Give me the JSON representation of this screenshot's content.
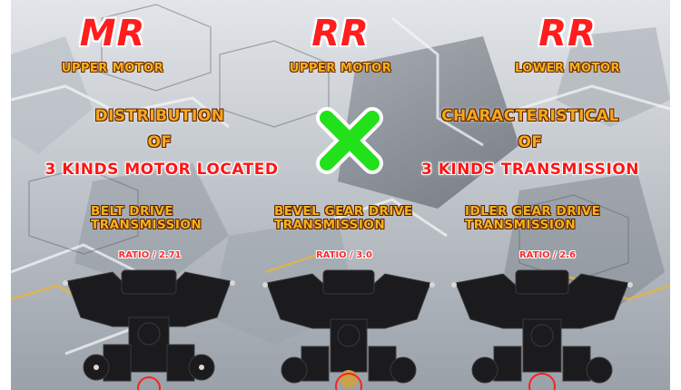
{
  "motors": [
    {
      "title": "MR",
      "subtitle": "UPPER MOTOR"
    },
    {
      "title": "RR",
      "subtitle": "UPPER MOTOR"
    },
    {
      "title": "RR",
      "subtitle": "LOWER MOTOR"
    }
  ],
  "left_heading": {
    "line1": "DISTRIBUTION",
    "line2": "OF",
    "line3": "3 KINDS MOTOR LOCATED"
  },
  "right_heading": {
    "line1": "CHARACTERISTICAL",
    "line2": "OF",
    "line3": "3 KINDS TRANSMISSION"
  },
  "transmissions": [
    {
      "line1": "BELT DRIVE",
      "line2": "TRANSMISSION",
      "ratio": "RATIO / 2.71"
    },
    {
      "line1": "BEVEL GEAR DRIVE",
      "line2": "TRANSMISSION",
      "ratio": "RATIO / 3.0"
    },
    {
      "line1": "IDLER GEAR DRIVE",
      "line2": "TRANSMISSION",
      "ratio": "RATIO / 2.6"
    }
  ],
  "colors": {
    "title_red": "#ff1d1d",
    "label_orange": "#f6b21b",
    "x_green": "#22e11a",
    "part_black": "#1b1b1d"
  },
  "icons": {
    "center_mark": "green-x-icon",
    "gearbox": "gearbox-image"
  }
}
